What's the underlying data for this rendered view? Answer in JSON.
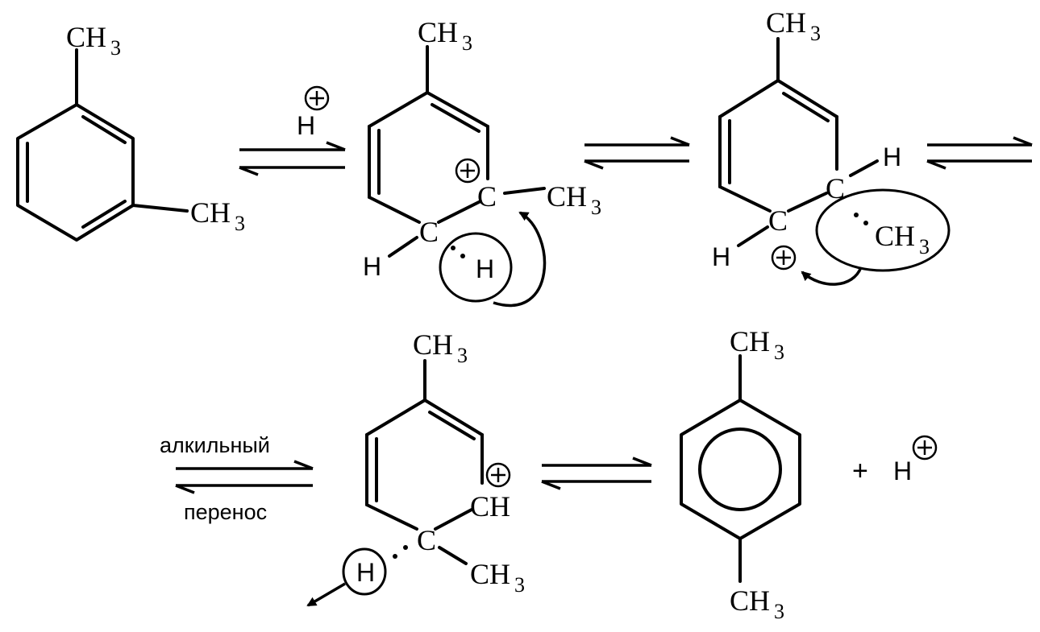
{
  "labels": {
    "ch": "CH",
    "sub3": "3",
    "h": "H",
    "c": "C",
    "plus": "+",
    "alkyl_top": "алкильный",
    "alkyl_bottom": "перенос"
  }
}
